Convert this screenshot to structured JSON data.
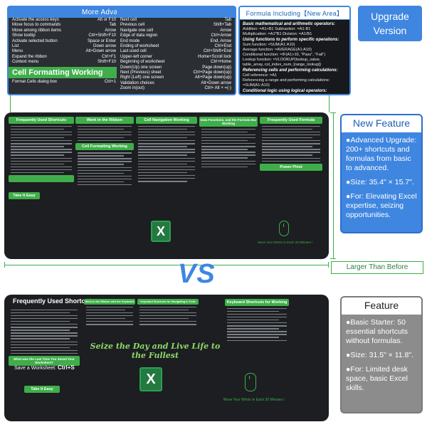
{
  "callouts": {
    "advanced": {
      "title": "More Advanced Shortcut",
      "left_rows": [
        [
          "Activate the access keys",
          "Alt or F10"
        ],
        [
          "Move focus to commands",
          "Tab"
        ],
        [
          "Move among ribbon items",
          "Arrow"
        ],
        [
          "Show tooltip",
          "Ctrl+Shift+F10"
        ],
        [
          "Activate selected button",
          "Space or Enter"
        ],
        [
          "List",
          "Down arrow"
        ],
        [
          "Menu",
          "Alt+Down arrow"
        ],
        [
          "Expand the ribbon",
          "Ctrl+F1"
        ],
        [
          "Context menu",
          "Shift+F10"
        ]
      ],
      "cell_formatting_label": "Cell Formatting Working",
      "cell_row": [
        "Format Cells dialog box",
        "Ctrl+1"
      ],
      "right_rows": [
        [
          "Next cell",
          "Tab"
        ],
        [
          "Previous cell",
          "Shift+Tab"
        ],
        [
          "Navigate one cell",
          "Arrow"
        ],
        [
          "Edge of data region",
          "Ctrl+Arrow"
        ],
        [
          "End mode",
          "End, Arrow"
        ],
        [
          "Ending of worksheet",
          "Ctrl+End"
        ],
        [
          "Last used cell",
          "Ctrl+Shift+End"
        ],
        [
          "Upper-left corner",
          "Home+Scroll lock"
        ],
        [
          "Beginning of worksheet",
          "Ctrl+Home"
        ],
        [
          "Down(Up) one screen",
          "Page down(up)"
        ],
        [
          "Next (Previous) sheet",
          "Ctrl+Page down(up)"
        ],
        [
          "Right (Left) one screen",
          "Alt+Page down(up)"
        ],
        [
          "Validation choices",
          "Alt+Down arrow"
        ],
        [
          "Zoom in(out)",
          "Ctrl+ Alt + =(-)"
        ]
      ]
    },
    "formula": {
      "title": "Formula Including【New Area】",
      "sections": [
        {
          "heading": "Basic mathematical and arithmetic operators:",
          "lines": [
            "Addition: =A1+B1          Subtraction: =A1-B1",
            "Multiplication: =A1*B1       Division: =A1/B1"
          ]
        },
        {
          "heading": "Using functions to perform specific operations:",
          "lines": [
            "Sum function: =SUM(A1:A10)",
            "Average function: =AVERAGE(A1:A10)",
            "Conditional function: =IF(A1>10, \"Pass\", \"Fail\")",
            "Lookup function: =VLOOKUP(lookup_value,",
            "table_array, col_index_num, [range_lookup])"
          ]
        },
        {
          "heading": "Referencing cells and performing calculations:",
          "lines": [
            "Cell reference: =A1",
            "Referencing a range and performing calculations:",
            "=SUM(A1:A10)"
          ]
        },
        {
          "heading": "Conditional logic using logical operators:",
          "lines": []
        }
      ]
    },
    "upgrade_version": [
      "Upgrade",
      "Version"
    ]
  },
  "pad_new": {
    "columns": [
      "Frequently Used Shortcuts",
      "Work in the Ribbon",
      "Cell Navigation Working",
      "Data Functions, and the Formula Bar Working",
      "Frequently Used Formula"
    ],
    "sub_headers": [
      "Cell Formatting Working",
      "Power Pivot",
      "Take It Easy"
    ],
    "tagline": "Move Your Wrists In Each 20 Minutes !"
  },
  "pad_old": {
    "title": "Frequently Used Shortcuts",
    "columns": [
      "Work in the Ribbon with the Keyboard",
      "Keyboard Shortcuts for Navigating in Cells",
      "Keyboard Shortcuts for Working"
    ],
    "banner": "Seize the Day and Live Life to the Fullest",
    "save_question": "What was the Last Time You Saved Your Worksheet?",
    "save_label": "Save a Worksheet:",
    "save_keys": "Ctrl+S",
    "take_it_easy": "Take It Easy",
    "tagline": "Move Your Wrists In Each 20 Minutes !"
  },
  "excel_letter": "X",
  "vs": "VS",
  "larger_label": "Larger Than Before",
  "new_feature": {
    "title": "New Feature",
    "bullets": [
      "●Advanced Upgrade: 200+ shortcuts and formulas from basic to advanced.",
      "●Size: 35.4\" × 15.7\".",
      "●For: Elevating Excel expertise, seizing opportunities."
    ]
  },
  "feature": {
    "title": "Feature",
    "bullets": [
      "●Basic Starter: 50 essential shortcuts without formulas.",
      "●Size: 31.5\" × 11.8\".",
      "●For: Limited desk space, basic Excel skills."
    ]
  },
  "colors": {
    "accent_blue": "#3f86e0",
    "accent_green": "#3fae4a",
    "pad_dark": "#1c1e21",
    "feature_gray": "#8c8c8c"
  }
}
